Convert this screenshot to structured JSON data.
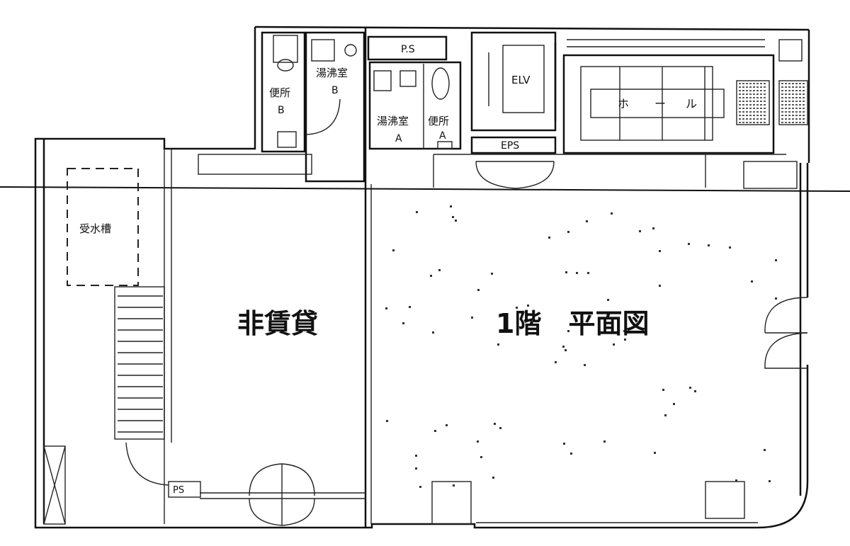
{
  "labels": {
    "ps_top": "P.S",
    "kitchen_b": "湯沸室",
    "kitchen_b_letter": "B",
    "toilet_b": "便所",
    "toilet_b_letter": "B",
    "kitchen_a": "湯沸室",
    "kitchen_a_letter": "A",
    "toilet_a": "便所",
    "toilet_a_letter": "A",
    "elv": "ELV",
    "hall_chars": [
      "ホ",
      "ー",
      "ル"
    ],
    "eps": "EPS",
    "tank": "受水槽",
    "non_rental": "非賃貸",
    "floor_title": "1階　平面図",
    "ps_bottom": "PS"
  },
  "colors": {
    "ink": "#111111",
    "paper": "#ffffff"
  }
}
